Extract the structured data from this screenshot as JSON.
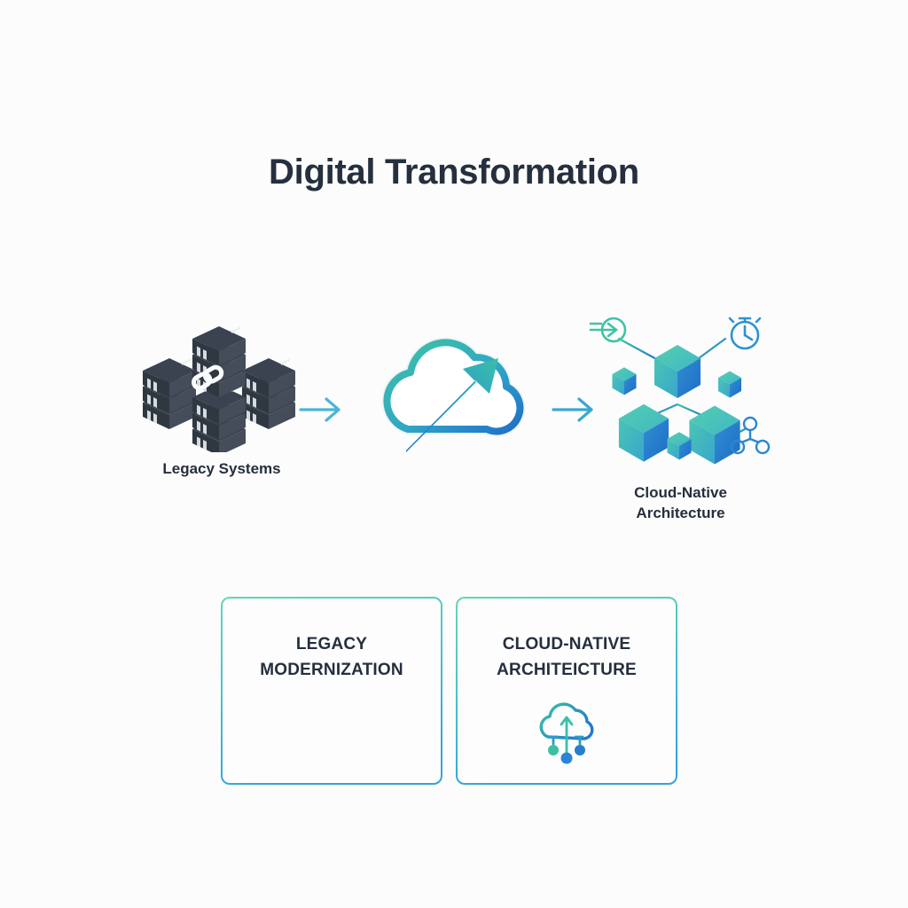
{
  "page": {
    "title": "Digital Transformation",
    "background_color": "#fcfcfd",
    "text_color": "#252f3d"
  },
  "palette": {
    "dark_slate": "#39424e",
    "teal": "#3fc1a0",
    "mint": "#5ccfae",
    "cyan": "#35a8c9",
    "blue": "#2a7fd4",
    "deep_blue": "#1f6fc4",
    "arrow": "#4bb6d4"
  },
  "flow": {
    "stages": [
      {
        "id": "legacy-systems",
        "label": "Legacy Systems",
        "icon": "server-stack-chain-icon"
      },
      {
        "id": "cloud-migration",
        "label": "",
        "icon": "cloud-arrow-up-icon"
      },
      {
        "id": "cloud-native",
        "label": "Cloud-Native\nArchitecture",
        "label_line_1": "Cloud-Native",
        "label_line_2": "Architecture",
        "icon": "isometric-cubes-network-icon"
      }
    ],
    "arrows": [
      {
        "id": "arrow-1",
        "icon": "arrow-right-icon",
        "color": "#4bb6d4"
      },
      {
        "id": "arrow-2",
        "icon": "arrow-right-icon",
        "color": "#3ba8cf"
      }
    ]
  },
  "cards": [
    {
      "id": "legacy-modernization",
      "title_line_1": "LEGACY",
      "title_line_2": "MODERNIZATION",
      "icon": "",
      "border_top_color": "#5fd3b4",
      "border_bottom_color": "#36a4d6"
    },
    {
      "id": "cloud-native-architecture",
      "title_line_1": "CLOUD-NATIVE",
      "title_line_2": "ARCHITEICTURE",
      "icon": "cloud-upload-dots-icon",
      "border_top_color": "#5fd3b4",
      "border_bottom_color": "#36a4d6"
    }
  ]
}
